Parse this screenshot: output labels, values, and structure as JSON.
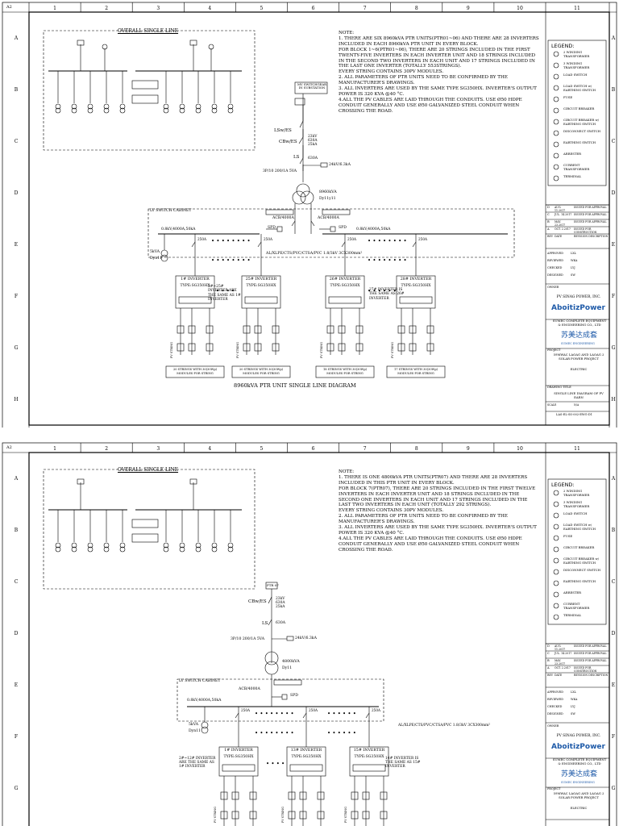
{
  "sheet_size": "A2",
  "grid": {
    "columns": [
      "1",
      "2",
      "3",
      "4",
      "5",
      "6",
      "7",
      "8",
      "9",
      "10",
      "11"
    ],
    "rows": [
      "A",
      "B",
      "C",
      "D",
      "E",
      "F",
      "G",
      "H"
    ]
  },
  "common": {
    "overall_single_line": "OVERALL SINGLE LINE",
    "legend_title": "LEGEND:",
    "legend_items": [
      {
        "label": "2 WINDING TRANSFORMER",
        "icon": "two-winding-transformer-icon"
      },
      {
        "label": "3 WINDING TRANSFORMER",
        "icon": "three-winding-transformer-icon"
      },
      {
        "label": "LOAD SWITCH",
        "icon": "load-switch-icon"
      },
      {
        "label": "LOAD SWITCH w/ EARTHING SWITCH",
        "icon": "load-switch-earthing-icon"
      },
      {
        "label": "FUSE",
        "icon": "fuse-icon"
      },
      {
        "label": "CIRCUIT BREAKER",
        "icon": "circuit-breaker-icon"
      },
      {
        "label": "CIRCUIT BREAKER w/ EARTHING SWITCH",
        "icon": "circuit-breaker-earthing-icon"
      },
      {
        "label": "DISCONNECT SWITCH",
        "icon": "disconnect-switch-icon"
      },
      {
        "label": "EARTHING SWITCH",
        "icon": "earthing-switch-icon"
      },
      {
        "label": "ARRESTER",
        "icon": "arrester-icon"
      },
      {
        "label": "CURRENT TRANSFORMER",
        "icon": "current-transformer-icon"
      },
      {
        "label": "TERMINAL",
        "icon": "terminal-icon"
      }
    ],
    "revisions": [
      {
        "rev": "D",
        "date": "AUG. 11.2017",
        "desc": "ISSUED FOR APPROVAL"
      },
      {
        "rev": "C",
        "date": "JUL. 14.2017",
        "desc": "ISSUED FOR APPROVAL"
      },
      {
        "rev": "B",
        "date": "MAY. 23.2017",
        "desc": "ISSUED FOR APPROVAL"
      },
      {
        "rev": "A",
        "date": "OCT. 2.2017",
        "desc": "ISSUED FOR CONSTRUCTION"
      }
    ],
    "rev_header": {
      "rev": "REV",
      "date": "DATE",
      "desc": "REVISION DESCRIPTION"
    },
    "signoffs": [
      {
        "role": "APPROVED",
        "name": "LXL"
      },
      {
        "role": "REVIEWED",
        "name": "WKA"
      },
      {
        "role": "CHECKED",
        "name": "LYJ"
      },
      {
        "role": "DESIGNED",
        "name": "SW"
      }
    ],
    "owner_label": "OWNER",
    "owner": "PV SINAG POWER, INC.",
    "owner_logo": "AboitizPower",
    "contractor": "SUMEC COMPLETE EQUIPMENT & ENGINEERING CO., LTD",
    "contractor_logo_cn": "苏美达成套",
    "contractor_logo_en": "SUMEC ENGINEERING",
    "project_label": "PROJECT",
    "project": "59MWAC LAOAG AND LAOAG 2 SOLAR POWER PROJECT",
    "discipline": "ELECTRIC",
    "drawing_title_label": "DRAWING TITLE",
    "drawing_title": "SINGLE LINE DIAGRAM OF PV EARN",
    "scale_label": "SCALE",
    "scale": "N/A",
    "drawing_no": "LAS-EL-SS-002-EWG-D1"
  },
  "sheets": [
    {
      "notes": "NOTE:\n1. THERE ARE SIX 8960kVA PTR UNITS(PTR01~06) AND THERE ARE 28 INVERTERS INCLUDED IN EACH 8960kVA PTR UNIT IN EVERY BLOCK.\nFOR BLOCK 1~6(PTR01~06), THERE ARE 20 STRINGS INCLUDED IN THE FIRST TWENTY-FIVE INVERTERS IN EACH INVERTER UNIT AND 18 STRINGS INCLUDED IN THE SECOND TWO INVERTERS IN EACH UNIT AND 17 STRINGS INCLUDED IN THE LAST ONE INVERTER (TOTALLY 553STRINGS).\nEVERY STRING CONTAINS 30PV MODULES.\n2. ALL PARAMETERS OF PTR UNITS NEED TO BE CONFIRMED BY THE MANUFACTURER'S DRAWINGS.\n3. ALL INVERTERS ARE USED BY THE SAME TYPE SG350HX. INVERTER'S OUTPUT POWER IS 320 KVA @40 °C.\n4.ALL THE PV CABLES ARE LAID THROUGH THE CONDUITS. USE Ø50 HDPE CONDUIT GENERALLY AND USE Ø50 GALVANIZED STEEL CONDUIT WHEN CROSSING THE ROAD.",
      "title": "8960kVA PTR UNIT  SINGLE LINE DIAGRAM",
      "mv_switch": "MV SWITCHGEAR IN SUBSTATION",
      "lsw": "LSw/ES",
      "cbw": "CBw/ES",
      "ls": "LS",
      "cb_rating": "23kV 630A 25kA",
      "ls_rating": "630A",
      "fuse_label": "24kV/6.3kA",
      "sp_label": "3P/10  200/1A  5VA",
      "transformer": "8960kVA",
      "vector": "Dy11y11",
      "lv_cabinet": "LV SWITCH CABINET",
      "acb": "ACB/4000A",
      "spd": "SPD",
      "bus_rating": "0.8kV,4000A,50kA",
      "aux_tx": "5kVA",
      "aux_vector": "Dyn11",
      "cable": "AL/XLPE/CTS/PVC/CTSA/PVC 1.8/3kV 3CX300mm²",
      "breaker": "250A",
      "inverter_type": "TYPE:SG350HX",
      "inverters": [
        "1# INVERTER",
        "25# INVERTER",
        "26# INVERTER",
        "28# INVERTER"
      ],
      "same_as_1": "2#~25# INVERTER ARE THE SAME AS 1# INVERTER",
      "same_as_26": "27# INVERTER IS THE SAME AS 26# INVERTER",
      "strings": [
        "20 STRINGS WITH 30(30Wp) MODULES FOR STRING",
        "20 STRINGS WITH 30(30Wp) MODULES FOR STRING",
        "18 STRINGS WITH 30(30Wp) MODULES FOR STRING",
        "17 STRINGS WITH 30(30Wp) MODULES FOR STRING"
      ],
      "pv_label": "PV STRING"
    },
    {
      "notes": "NOTE:\n1. THERE IS ONE 4800kVA PTR UNITS(PTR07) AND THERE ARE 28 INVERTERS INCLUDED IN THIS PTR UNIT IN EVERY BLOCK.\nFOR BLOCK 7(PTR07), THERE ARE 20 STRINGS INCLUDED IN THE FIRST TWELVE INVERTERS IN EACH INVERTER UNIT AND 18 STRINGS INCLUDED IN THE SECOND ONE INVERTERS IN EACH UNIT AND 17 STRINGS INCLUDED IN THE LAST TWO INVERTERS IN EACH UNIT (TOTALLY 292 STRINGS).\nEVERY STRING CONTAINS 30PV MODULES.\n2. ALL PARAMETERS OF PTR UNITS NEED TO BE CONFIRMED BY THE MANUFACTURER'S DRAWINGS.\n3. ALL INVERTERS ARE USED BY THE SAME TYPE SG350HX. INVERTER'S OUTPUT POWER IS 320 KVA @40 °C.\n4.ALL THE PV CABLES ARE LAID THROUGH THE CONDUITS. USE Ø50 HDPE CONDUIT GENERALLY AND USE Ø50 GALVANIZED STEEL CONDUIT WHEN CROSSING THE ROAD.",
      "ptr": "PTR 07",
      "cbw": "CBw/ES",
      "ls": "LS",
      "cb_rating": "23kV 630A 25kA",
      "ls_rating": "630A",
      "fuse_label": "24kV/6.3kA",
      "sp_label": "3P/10  200/1A  5VA",
      "transformer": "4800kVA",
      "vector": "Dy11",
      "lv_cabinet": "LV SWITCH CABINET",
      "acb": "ACB/4000A",
      "spd": "SPD",
      "bus_rating": "0.8kV,4000A,50kA",
      "aux_tx": "5kVA",
      "aux_vector": "Dyn11",
      "cable": "AL/XLPE/CTS/PVC/CTSA/PVC 1.8/3kV 3CX300mm²",
      "breaker": "250A",
      "inverter_type": "TYPE:SG350HX",
      "inverters": [
        "1# INVERTER",
        "13# INVERTER",
        "15# INVERTER"
      ],
      "same_as_1": "2#~12# INVERTER ARE THE SAME AS 1# INVERTER",
      "same_as_15": "14# INVERTER IS THE SAME AS 15# INVERTER",
      "pv_label": "PV STRING"
    }
  ]
}
